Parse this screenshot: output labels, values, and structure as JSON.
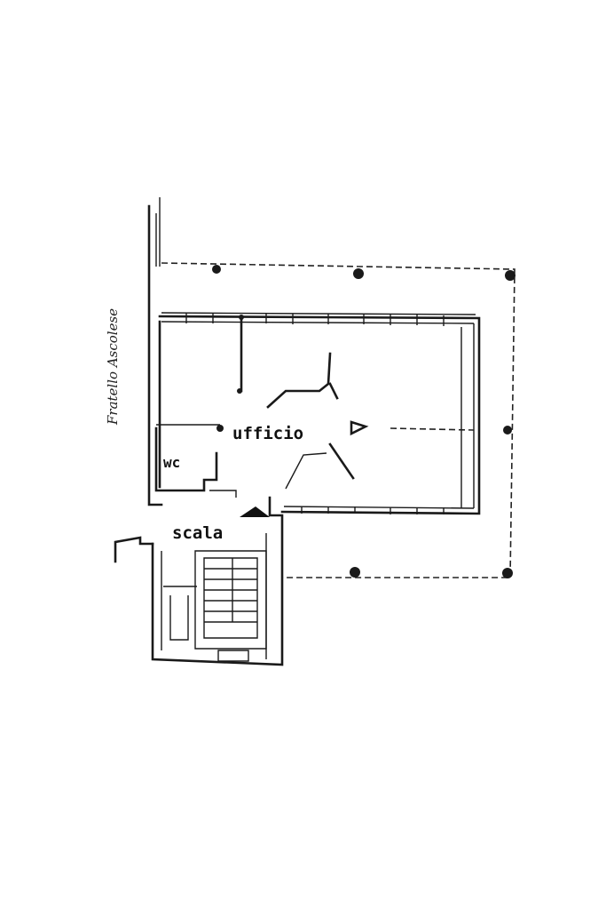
{
  "rooms": {
    "office": "ufficio",
    "wc": "wc",
    "stair": "scala"
  },
  "neighbor_note": "Fratello Ascolese",
  "colors": {
    "ink": "#1a1a1a",
    "paper": "#ffffff"
  }
}
